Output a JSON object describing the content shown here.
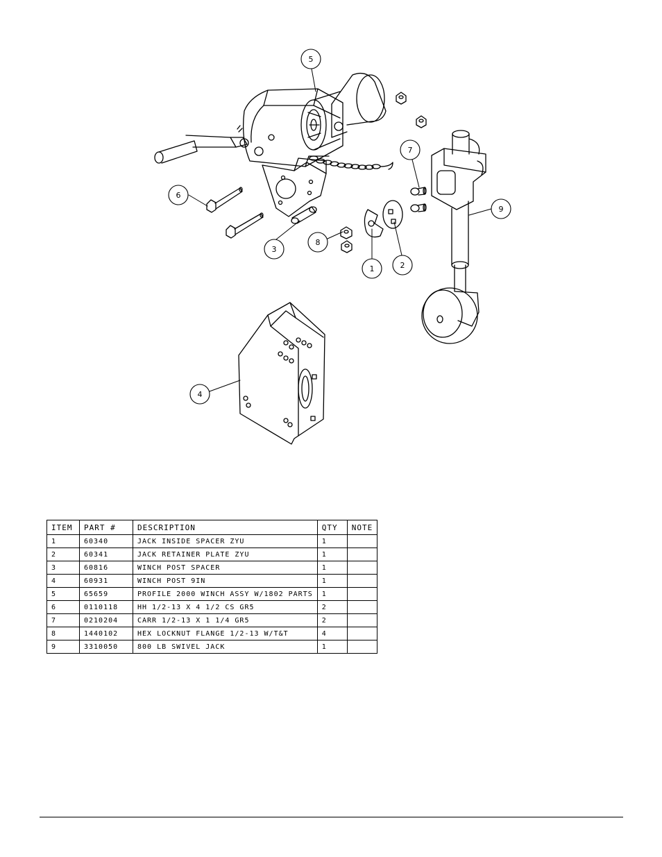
{
  "callouts": [
    "5",
    "7",
    "6",
    "3",
    "8",
    "1",
    "2",
    "9",
    "4"
  ],
  "table": {
    "headers": [
      "ITEM",
      "PART #",
      "DESCRIPTION",
      "QTY",
      "NOTE"
    ],
    "rows": [
      {
        "item": "1",
        "part": "60340",
        "desc": "JACK INSIDE SPACER ZYU",
        "qty": "1",
        "note": ""
      },
      {
        "item": "2",
        "part": "60341",
        "desc": "JACK RETAINER PLATE ZYU",
        "qty": "1",
        "note": ""
      },
      {
        "item": "3",
        "part": "60816",
        "desc": "WINCH POST SPACER",
        "qty": "1",
        "note": ""
      },
      {
        "item": "4",
        "part": "60931",
        "desc": "WINCH POST 9IN",
        "qty": "1",
        "note": ""
      },
      {
        "item": "5",
        "part": "65659",
        "desc": "PROFILE 2000 WINCH ASSY W/1802 PARTS",
        "qty": "1",
        "note": ""
      },
      {
        "item": "6",
        "part": "0110118",
        "desc": "HH 1/2-13 X 4 1/2 CS GR5",
        "qty": "2",
        "note": ""
      },
      {
        "item": "7",
        "part": "0210204",
        "desc": "CARR 1/2-13 X 1 1/4 GR5",
        "qty": "2",
        "note": ""
      },
      {
        "item": "8",
        "part": "1440102",
        "desc": "HEX LOCKNUT FLANGE 1/2-13 W/T&T",
        "qty": "4",
        "note": ""
      },
      {
        "item": "9",
        "part": "3310050",
        "desc": "800 LB SWIVEL JACK",
        "qty": "1",
        "note": ""
      }
    ]
  }
}
